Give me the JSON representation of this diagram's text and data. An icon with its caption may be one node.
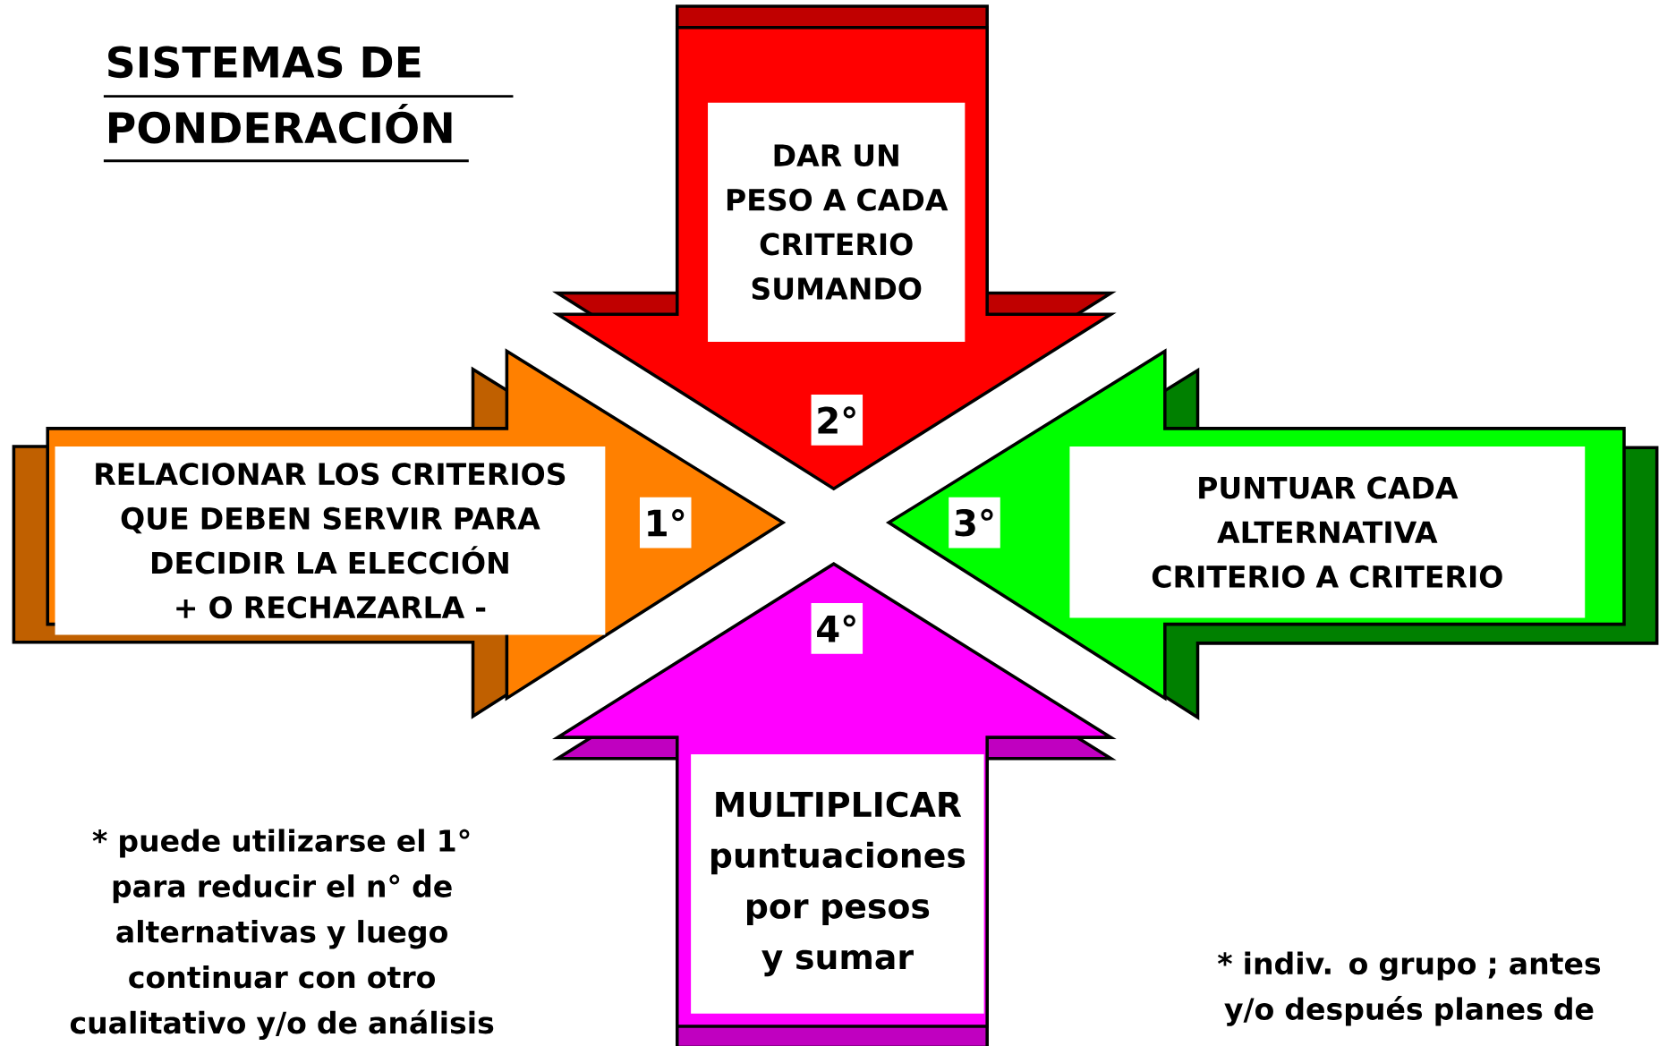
{
  "diagram": {
    "title": "SISTEMAS DE PONDERACIÓN",
    "nodes": [
      {
        "text": [
          "DAR UN PESO A CADA CRITERIO SUMANDO",
          "2°"
        ]
      },
      {
        "text": [
          "RELACIONAR LOS CRITERIOS QUE DEBEN SERVIR PARA DECIDIR LA ELECCIÓN + O RECHAZARLA -",
          "1°"
        ]
      },
      {
        "text": [
          "3°",
          "PUNTUAR CADA ALTERNATIVA CRITERIO A CRITERIO"
        ]
      },
      {
        "text": [
          "4°",
          "MULTIPLICAR puntuaciones por pesos y sumar"
        ]
      }
    ],
    "labels": [
      "* puede utilizarse el 1° para reducir el n° de alternativas y luego continuar con otro cualitativo y/o de análisis",
      "* indiv. o grupo ; antes y/o después planes de"
    ]
  }
}
